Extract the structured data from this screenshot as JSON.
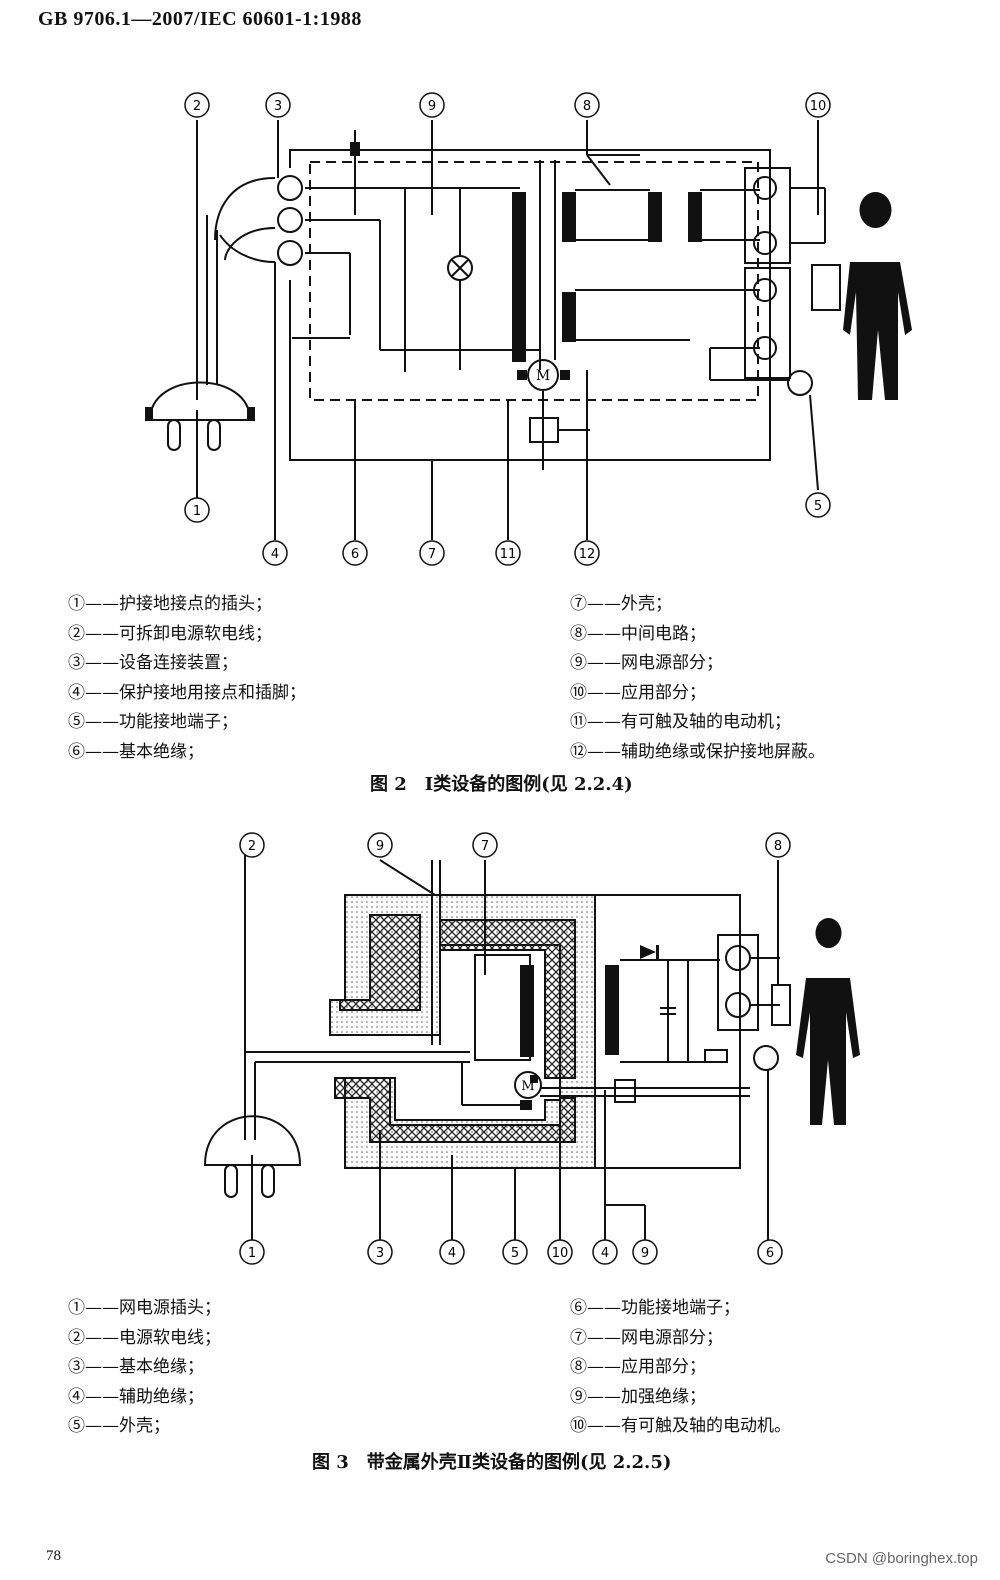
{
  "header": "GB 9706.1—2007/IEC 60601-1:1988",
  "figure2": {
    "markers": [
      "2",
      "3",
      "9",
      "8",
      "10",
      "1",
      "5",
      "4",
      "6",
      "7",
      "11",
      "12"
    ],
    "legend_left": [
      "①——护接地接点的插头；",
      "②——可拆卸电源软电线；",
      "③——设备连接装置；",
      "④——保护接地用接点和插脚；",
      "⑤——功能接地端子；",
      "⑥——基本绝缘；"
    ],
    "legend_right": [
      "⑦——外壳；",
      "⑧——中间电路；",
      "⑨——网电源部分；",
      "⑩——应用部分；",
      "⑪——有可触及轴的电动机；",
      "⑫——辅助绝缘或保护接地屏蔽。"
    ],
    "caption": "图 2　Ⅰ类设备的图例(见 2.2.4)"
  },
  "figure3": {
    "markers": [
      "2",
      "9",
      "7",
      "8",
      "1",
      "3",
      "4",
      "5",
      "10",
      "4",
      "9",
      "6"
    ],
    "legend_left": [
      "①——网电源插头；",
      "②——电源软电线；",
      "③——基本绝缘；",
      "④——辅助绝缘；",
      "⑤——外壳；"
    ],
    "legend_right": [
      "⑥——功能接地端子；",
      "⑦——网电源部分；",
      "⑧——应用部分；",
      "⑨——加强绝缘；",
      "⑩——有可触及轴的电动机。"
    ],
    "caption": "图 3　带金属外壳Ⅱ类设备的图例(见 2.2.5)"
  },
  "motor_label": "M",
  "page_number": "78",
  "watermark": "CSDN @boringhex.top"
}
